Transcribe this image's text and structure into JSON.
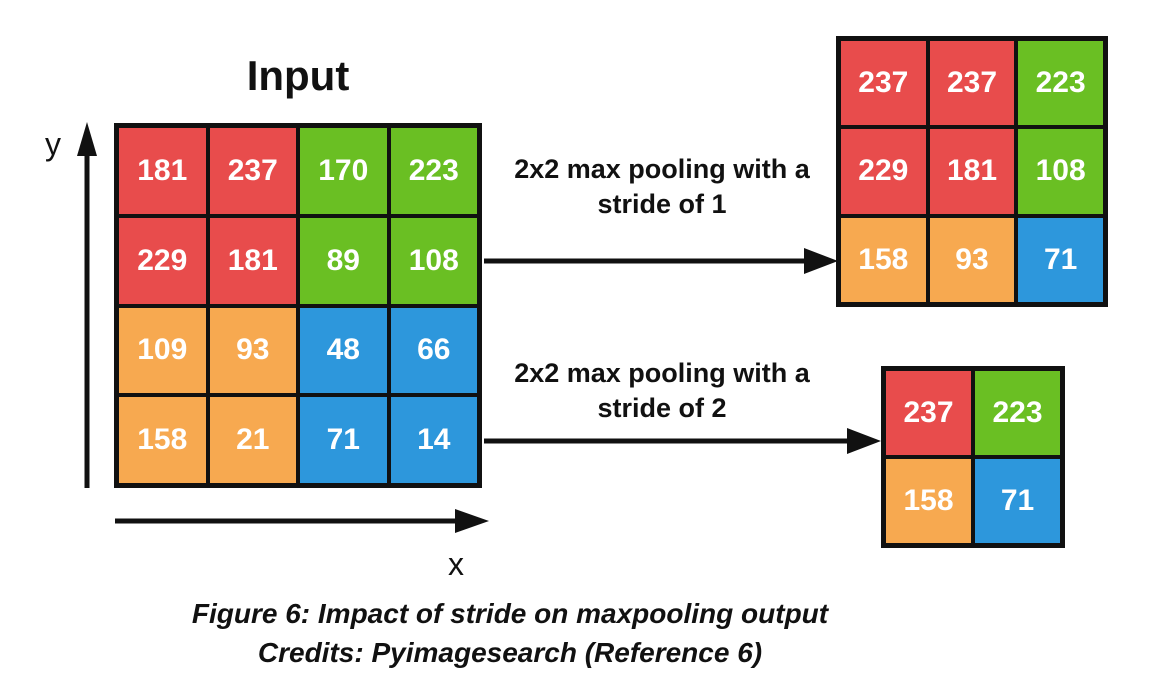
{
  "title": "Input",
  "axes": {
    "x_label": "x",
    "y_label": "y"
  },
  "colors": {
    "red": "#E84C4C",
    "green": "#6ABF23",
    "orange": "#F7A950",
    "blue": "#2D97DC",
    "line": "#111111"
  },
  "input_grid": {
    "values": [
      [
        181,
        237,
        170,
        223
      ],
      [
        229,
        181,
        89,
        108
      ],
      [
        109,
        93,
        48,
        66
      ],
      [
        158,
        21,
        71,
        14
      ]
    ],
    "cell_colors": [
      [
        "red",
        "red",
        "green",
        "green"
      ],
      [
        "red",
        "red",
        "green",
        "green"
      ],
      [
        "orange",
        "orange",
        "blue",
        "blue"
      ],
      [
        "orange",
        "orange",
        "blue",
        "blue"
      ]
    ]
  },
  "pooling_1": {
    "line1": "2x2 max pooling with a",
    "line2": "stride of 1"
  },
  "output_grid_1": {
    "values": [
      [
        237,
        237,
        223
      ],
      [
        229,
        181,
        108
      ],
      [
        158,
        93,
        71
      ]
    ],
    "cell_colors": [
      [
        "red",
        "red",
        "green"
      ],
      [
        "red",
        "red",
        "green"
      ],
      [
        "orange",
        "orange",
        "blue"
      ]
    ]
  },
  "pooling_2": {
    "line1": "2x2 max pooling with a",
    "line2": "stride of 2"
  },
  "output_grid_2": {
    "values": [
      [
        237,
        223
      ],
      [
        158,
        71
      ]
    ],
    "cell_colors": [
      [
        "red",
        "green"
      ],
      [
        "orange",
        "blue"
      ]
    ]
  },
  "caption": {
    "line1": "Figure 6: Impact of stride on maxpooling output",
    "line2": "Credits: Pyimagesearch (Reference 6)"
  }
}
